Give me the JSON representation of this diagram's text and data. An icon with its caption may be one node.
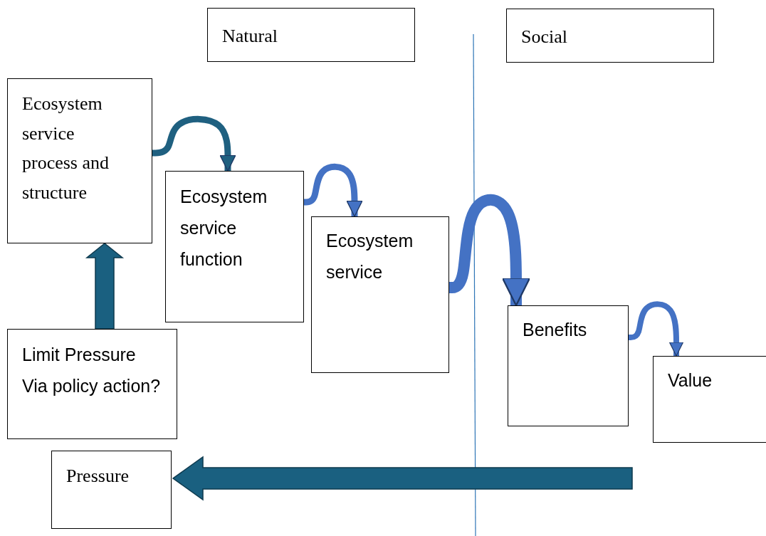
{
  "diagram": {
    "nodes": [
      {
        "text": [
          "Natural"
        ]
      },
      {
        "text": [
          "Social"
        ]
      },
      {
        "text": [
          "Ecosystem service process and structure"
        ]
      },
      {
        "text": [
          "Ecosystem service function"
        ]
      },
      {
        "text": [
          "Ecosystem service"
        ]
      },
      {
        "text": [
          "Benefits"
        ]
      },
      {
        "text": [
          "Value"
        ]
      },
      {
        "text": [
          "Limit Pressure Via policy action?"
        ]
      },
      {
        "text": [
          "Pressure"
        ]
      }
    ],
    "edges": [
      {
        "from": 2,
        "to": 3,
        "arrow": "to",
        "color": "#1f6080"
      },
      {
        "from": 3,
        "to": 4,
        "arrow": "to"
      },
      {
        "from": 4,
        "to": 5,
        "arrow": "to"
      },
      {
        "from": 5,
        "to": 6,
        "arrow": "to"
      },
      {
        "from": 7,
        "to": 2,
        "arrow": "to",
        "style": "thick"
      },
      {
        "from": null,
        "to": 8,
        "arrow": "to",
        "style": "thick"
      }
    ]
  }
}
